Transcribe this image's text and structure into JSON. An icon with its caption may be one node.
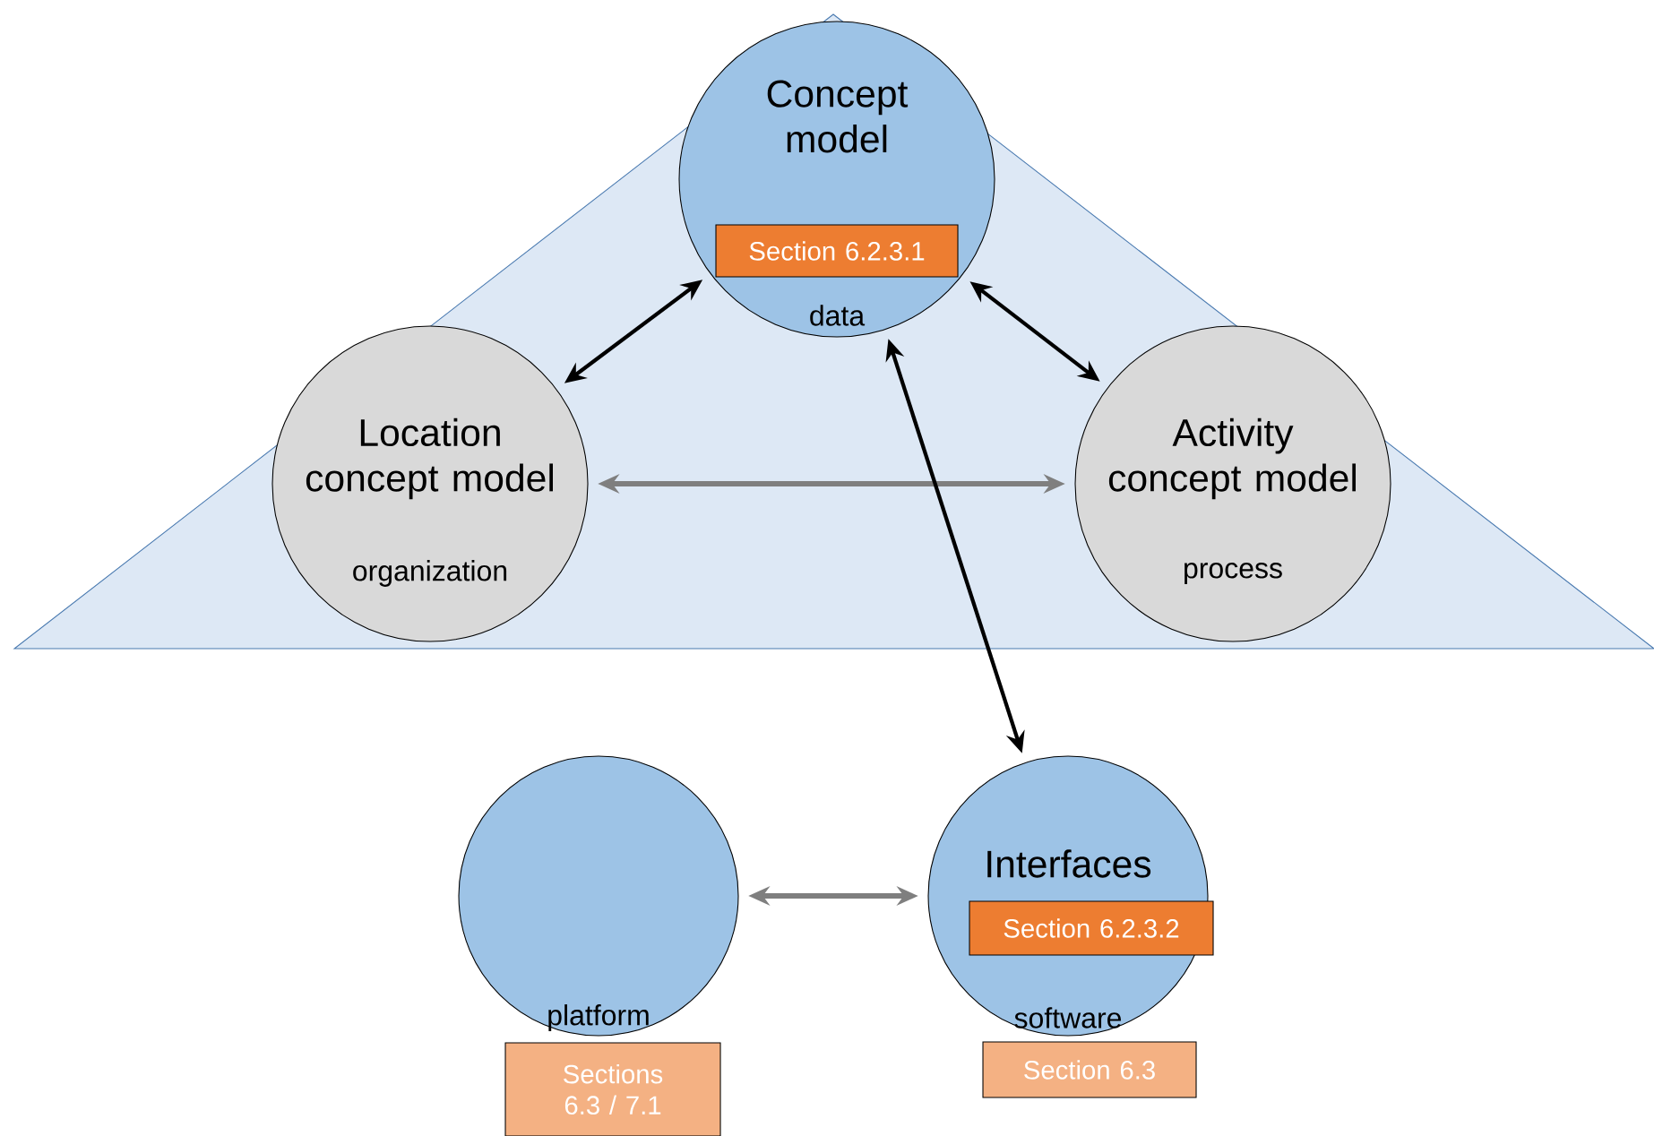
{
  "diagram": {
    "nodes": [
      {
        "text": [
          "Concept model",
          "data"
        ]
      },
      {
        "text": [
          "Section 6.2.3.1"
        ],
        "in": 0
      },
      {
        "text": [
          "Location concept model",
          "organization"
        ]
      },
      {
        "text": [
          "Activity concept model",
          "process"
        ]
      },
      {
        "text": [
          "platform"
        ]
      },
      {
        "text": [
          "Sections 6.3 / 7.1"
        ]
      },
      {
        "text": [
          "Interfaces",
          "software"
        ]
      },
      {
        "text": [
          "Section 6.2.3.2"
        ],
        "in": 6
      },
      {
        "text": [
          "Section 6.3"
        ]
      }
    ],
    "edges": [
      {
        "from": 0,
        "to": 2,
        "arrow": "both"
      },
      {
        "from": 0,
        "to": 3,
        "arrow": "both"
      },
      {
        "from": 2,
        "to": 3,
        "arrow": "both",
        "color": "#7f7f7f"
      },
      {
        "from": 0,
        "to": 6,
        "arrow": "both"
      },
      {
        "from": 4,
        "to": 6,
        "arrow": "both",
        "color": "#7f7f7f"
      }
    ]
  }
}
